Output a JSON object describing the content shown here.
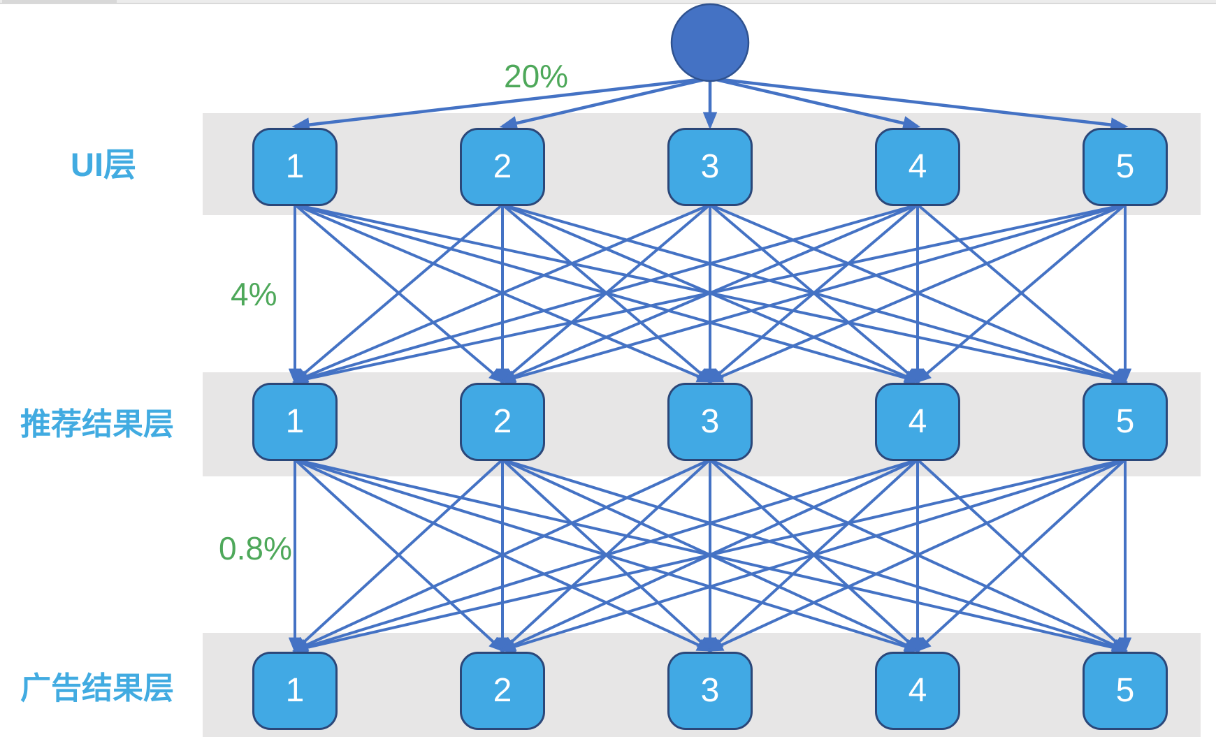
{
  "diagram": {
    "type": "layered-funnel-network",
    "root_node": {
      "shape": "circle",
      "label": ""
    },
    "layers": [
      {
        "id": "ui",
        "label": "UI层",
        "nodes": [
          "1",
          "2",
          "3",
          "4",
          "5"
        ]
      },
      {
        "id": "recommendation",
        "label": "推荐结果层",
        "nodes": [
          "1",
          "2",
          "3",
          "4",
          "5"
        ]
      },
      {
        "id": "ad",
        "label": "广告结果层",
        "nodes": [
          "1",
          "2",
          "3",
          "4",
          "5"
        ]
      }
    ],
    "rates": {
      "root_to_ui": "20%",
      "ui_to_recommendation": "4%",
      "recommendation_to_ad": "0.8%"
    },
    "connections": [
      {
        "from": "root",
        "to": "ui",
        "style": "one-to-all",
        "rate": "20%"
      },
      {
        "from": "ui",
        "to": "recommendation",
        "style": "fully-connected",
        "rate": "4%"
      },
      {
        "from": "recommendation",
        "to": "ad",
        "style": "fully-connected",
        "rate": "0.8%"
      }
    ],
    "colors": {
      "node_fill": "#41a9e4",
      "node_border": "#2b4779",
      "node_text": "#ffffff",
      "edge": "#4472c4",
      "root_fill": "#4472c4",
      "root_border": "#2f528f",
      "band": "#e7e6e6",
      "layer_label": "#41abe1",
      "rate_label": "#4ea85a"
    }
  }
}
